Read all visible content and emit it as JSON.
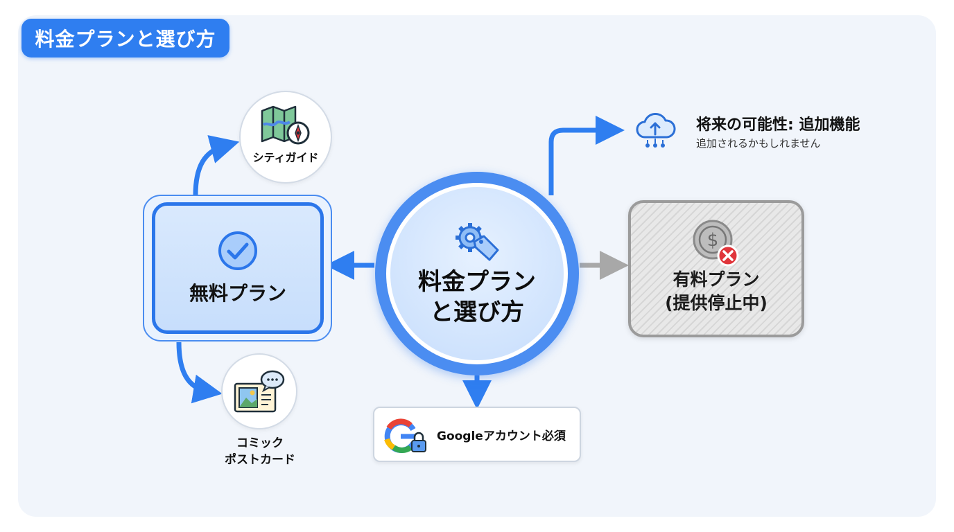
{
  "header": {
    "title": "料金プランと選び方"
  },
  "center": {
    "line1": "料金プラン",
    "line2": "と選び方",
    "icon": "gear-tag-icon"
  },
  "free_plan": {
    "label": "無料プラン",
    "icon": "check-circle-icon"
  },
  "city_guide": {
    "label": "シティガイド",
    "icon": "map-compass-icon"
  },
  "comic_postcard": {
    "line1": "コミック",
    "line2": "ポストカード",
    "icon": "postcard-chat-icon"
  },
  "google": {
    "label": "Googleアカウント必須",
    "icon": "google-lock-icon"
  },
  "paid_plan": {
    "line1": "有料プラン",
    "line2": "(提供停止中)",
    "icon": "dollar-coin-x-icon"
  },
  "future": {
    "title": "将来の可能性: 追加機能",
    "subtitle": "追加されるかもしれません",
    "icon": "cloud-upload-icon"
  },
  "colors": {
    "accent": "#2f7ef0",
    "disabled": "#9b9b9b",
    "error": "#e0353b"
  }
}
